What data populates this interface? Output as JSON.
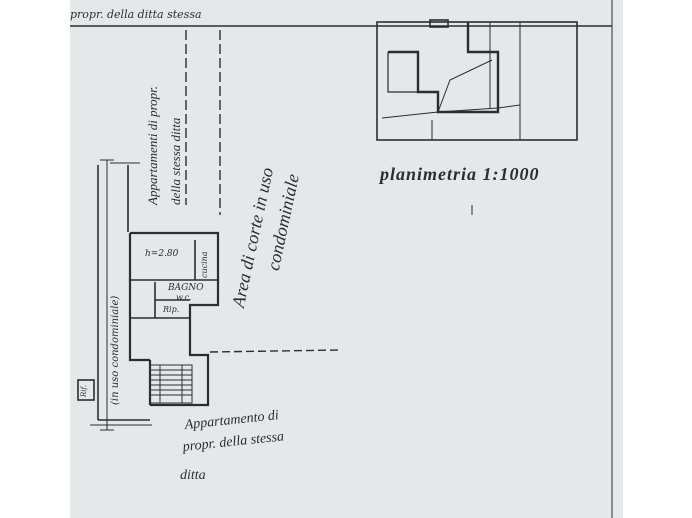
{
  "header": {
    "owner_label_top": "propr. della ditta stessa"
  },
  "annotations": {
    "apartments_right_line1": "Appartamenti di propr.",
    "apartments_right_line2": "della stessa ditta",
    "courtyard_line1": "Area di corte in uso",
    "courtyard_line2": "condominiale",
    "common_use_label": "(in uso condominiale)",
    "apartment_bottom_line1": "Appartamento di",
    "apartment_bottom_line2": "propr. della stessa",
    "apartment_bottom_line3": "ditta"
  },
  "rooms": {
    "height": "h=2.80",
    "bathroom": "BAGNO",
    "wc": "w.c.",
    "kitchen": "cucina",
    "storage": "Rip.",
    "meter_box": "Rif."
  },
  "site_plan": {
    "title": "planimetria 1:1000"
  },
  "colors": {
    "paper": "#e4e8e8",
    "ink": "#2a2e33",
    "page": "#ffffff"
  }
}
